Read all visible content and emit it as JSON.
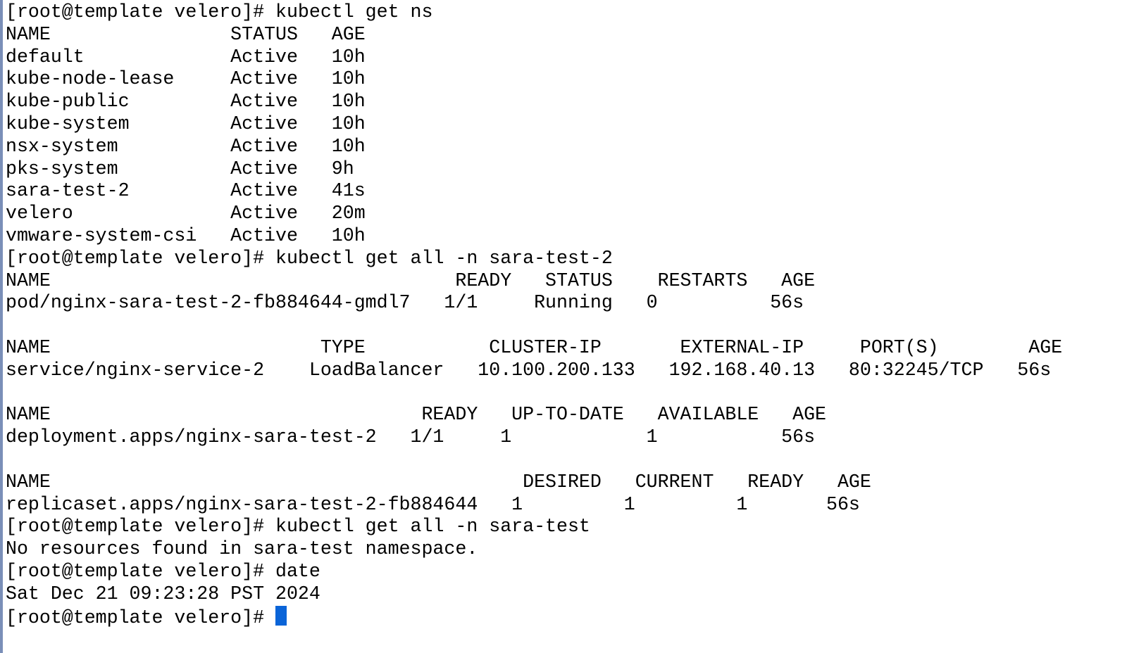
{
  "prompt": "[root@template velero]# ",
  "cursor_color": "#0a64d8",
  "session": [
    {
      "type": "command",
      "text": "kubectl get ns"
    },
    {
      "type": "output",
      "text": "NAME                STATUS   AGE"
    },
    {
      "type": "output",
      "text": "default             Active   10h"
    },
    {
      "type": "output",
      "text": "kube-node-lease     Active   10h"
    },
    {
      "type": "output",
      "text": "kube-public         Active   10h"
    },
    {
      "type": "output",
      "text": "kube-system         Active   10h"
    },
    {
      "type": "output",
      "text": "nsx-system          Active   10h"
    },
    {
      "type": "output",
      "text": "pks-system          Active   9h"
    },
    {
      "type": "output",
      "text": "sara-test-2         Active   41s"
    },
    {
      "type": "output",
      "text": "velero              Active   20m"
    },
    {
      "type": "output",
      "text": "vmware-system-csi   Active   10h"
    },
    {
      "type": "command",
      "text": "kubectl get all -n sara-test-2"
    },
    {
      "type": "output",
      "text": "NAME                                    READY   STATUS    RESTARTS   AGE"
    },
    {
      "type": "output",
      "text": "pod/nginx-sara-test-2-fb884644-gmdl7   1/1     Running   0          56s"
    },
    {
      "type": "output",
      "text": ""
    },
    {
      "type": "output",
      "text": "NAME                        TYPE           CLUSTER-IP       EXTERNAL-IP     PORT(S)        AGE"
    },
    {
      "type": "output",
      "text": "service/nginx-service-2    LoadBalancer   10.100.200.133   192.168.40.13   80:32245/TCP   56s"
    },
    {
      "type": "output",
      "text": ""
    },
    {
      "type": "output",
      "text": "NAME                                 READY   UP-TO-DATE   AVAILABLE   AGE"
    },
    {
      "type": "output",
      "text": "deployment.apps/nginx-sara-test-2   1/1     1            1           56s"
    },
    {
      "type": "output",
      "text": ""
    },
    {
      "type": "output",
      "text": "NAME                                          DESIRED   CURRENT   READY   AGE"
    },
    {
      "type": "output",
      "text": "replicaset.apps/nginx-sara-test-2-fb884644   1         1         1       56s"
    },
    {
      "type": "command",
      "text": "kubectl get all -n sara-test"
    },
    {
      "type": "output",
      "text": "No resources found in sara-test namespace."
    },
    {
      "type": "command",
      "text": "date"
    },
    {
      "type": "output",
      "text": "Sat Dec 21 09:23:28 PST 2024"
    },
    {
      "type": "command",
      "text": ""
    }
  ]
}
